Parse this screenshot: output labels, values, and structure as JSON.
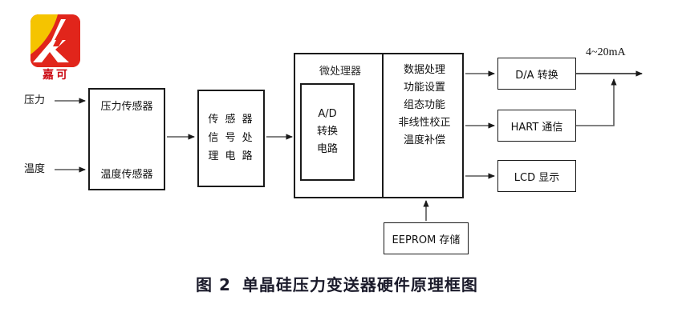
{
  "logo": {
    "name": "嘉可",
    "colors": {
      "yellow": "#f5c400",
      "red": "#e1251b",
      "text_red": "#cc0b14"
    }
  },
  "inputs": [
    {
      "key": "pressure",
      "label": "压力"
    },
    {
      "key": "temperature",
      "label": "温度"
    }
  ],
  "blocks": {
    "sensor": {
      "top_label": "压力传感器",
      "bottom_label": "温度传感器"
    },
    "signal_conditioning": {
      "lines": [
        "传 感 器",
        "信 号 处",
        "理 电 路"
      ]
    },
    "microprocessor": {
      "title": "微处理器",
      "ad_converter": {
        "lines": [
          "A/D",
          "转换",
          "电路"
        ]
      },
      "functions": [
        "数据处理",
        "功能设置",
        "组态功能",
        "非线性校正",
        "温度补偿"
      ]
    },
    "outputs": [
      {
        "key": "da",
        "label": "D/A 转换"
      },
      {
        "key": "hart",
        "label": "HART 通信"
      },
      {
        "key": "lcd",
        "label": "LCD 显示"
      }
    ],
    "memory": {
      "label": "EEPROM 存储"
    }
  },
  "signals": {
    "current_loop": "4~20mA"
  },
  "caption": {
    "number": "图 2",
    "title": "单晶硅压力变送器硬件原理框图"
  },
  "style": {
    "line_color": "#595959",
    "border_color": "#1a1a1a",
    "background": "#ffffff"
  }
}
